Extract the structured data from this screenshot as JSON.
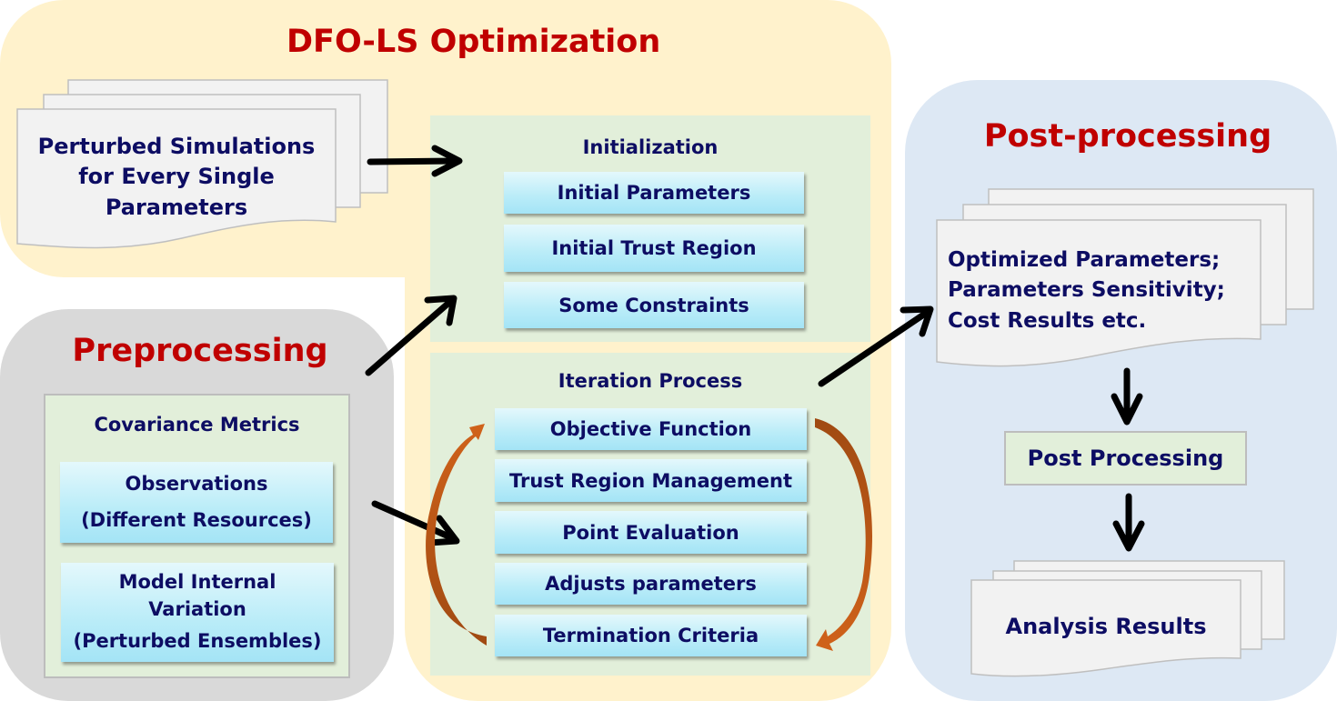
{
  "colors": {
    "dfo_panel": "#fff2cc",
    "preprocessing_panel": "#d9d9d9",
    "postprocessing_panel": "#dde8f4",
    "group_box": "#e2efda",
    "step_box": "#b9ecf8",
    "title_red": "#c00000",
    "text_navy": "#0d0d63",
    "loop_arrow": "#c55a11",
    "document": "#f2f2f2"
  },
  "dfo": {
    "title": "DFO-LS Optimization",
    "perturbed_doc": {
      "lines": [
        "Perturbed Simulations",
        "for Every Single",
        "Parameters"
      ]
    },
    "initialization": {
      "heading": "Initialization",
      "items": [
        "Initial Parameters",
        "Initial Trust Region",
        "Some Constraints"
      ]
    },
    "iteration": {
      "heading": "Iteration Process",
      "items": [
        "Objective Function",
        "Trust Region Management",
        "Point Evaluation",
        "Adjusts parameters",
        "Termination Criteria"
      ]
    }
  },
  "preprocessing": {
    "title": "Preprocessing",
    "covariance": {
      "heading": "Covariance Metrics",
      "observations": [
        "Observations",
        "(Different Resources)"
      ],
      "model_variation": [
        "Model Internal",
        "Variation",
        "(Perturbed Ensembles)"
      ]
    }
  },
  "postprocessing": {
    "title": "Post-processing",
    "results_doc": {
      "lines": [
        "Optimized Parameters;",
        "Parameters Sensitivity;",
        "Cost Results etc."
      ]
    },
    "step": "Post Processing",
    "analysis_doc": {
      "label": "Analysis Results"
    }
  },
  "icons": {
    "arrows": [
      "arrow-right",
      "arrow-up-right",
      "arrow-down-right",
      "arrow-up-right",
      "arrow-down",
      "arrow-down"
    ],
    "loop": [
      "curved-arrow-up",
      "curved-arrow-down"
    ]
  }
}
